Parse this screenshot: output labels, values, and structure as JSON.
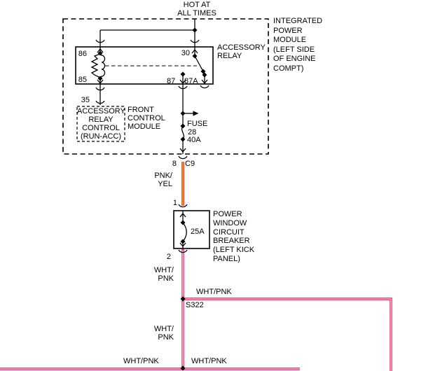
{
  "colors": {
    "line": "#000000",
    "text": "#000000",
    "background": "#ffffff",
    "wire_red": "#f00000",
    "wire_yellow": "#ffe600",
    "wire_pink": "#ee1155",
    "wire_white": "#ffffff"
  },
  "diagram": {
    "power_source_label": "HOT AT\nALL TIMES",
    "ipm": {
      "label": "INTEGRATED\nPOWER\nMODULE\n(LEFT SIDE\nOF ENGINE\nCOMPT)"
    },
    "relay": {
      "label": "ACCESSORY\nRELAY",
      "pin_86": "86",
      "pin_85": "85",
      "pin_30": "30",
      "pin_87": "87",
      "pin_87a": "87A"
    },
    "fcm": {
      "label": "FRONT\nCONTROL\nMODULE",
      "control_label": "ACCESSORY\nRELAY\nCONTROL\n(RUN-ACC)",
      "pin_35": "35"
    },
    "fuse": {
      "name": "FUSE",
      "number": "28",
      "rating": "40A"
    },
    "c9": {
      "pin": "8",
      "connector": "C9"
    },
    "wire_pnk_yel_label": "PNK/\nYEL",
    "breaker": {
      "pin_1": "1",
      "pin_2": "2",
      "rating": "25A",
      "label": "POWER\nWINDOW\nCIRCUIT\nBREAKER\n(LEFT KICK\nPANEL)"
    },
    "wire_wht_pnk_upper_label": "WHT/\nPNK",
    "splice": {
      "label": "S322",
      "branch_wire_label": "WHT/PNK"
    },
    "wire_wht_pnk_lower_label": "WHT/\nPNK",
    "bottom_wire_left_label": "WHT/PNK",
    "bottom_wire_right_label": "WHT/PNK"
  }
}
